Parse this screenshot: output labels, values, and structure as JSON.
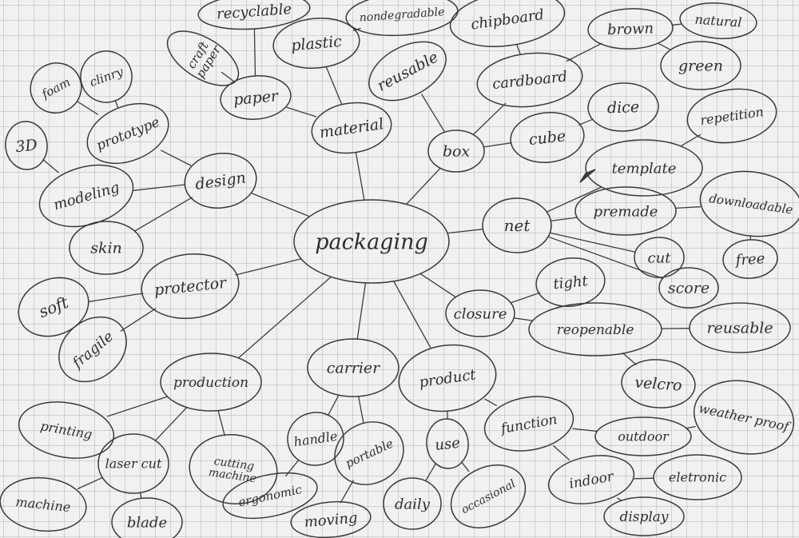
{
  "mindmap": {
    "center": "packaging",
    "nodes": {
      "packaging": "packaging",
      "material": "material",
      "paper": "paper",
      "craft_paper": "craft paper",
      "recyclable": "recyclable",
      "plastic": "plastic",
      "nondegradable": "nondegradable",
      "box": "box",
      "reusable_box": "reusable",
      "cardboard": "cardboard",
      "chipboard": "chipboard",
      "brown": "brown",
      "natural": "natural",
      "green": "green",
      "cube": "cube",
      "dice": "dice",
      "design": "design",
      "prototype": "prototype",
      "foam": "foam",
      "clinry": "clinry",
      "modeling": "modeling",
      "3d": "3D",
      "skin": "skin",
      "net": "net",
      "template": "template",
      "repetition": "repetition",
      "premade": "premade",
      "downloadable": "downloadable",
      "free": "free",
      "cut_net": "cut",
      "score": "score",
      "protector": "protector",
      "soft": "soft",
      "fragile": "fragile",
      "closure": "closure",
      "tight": "tight",
      "reopenable": "reopenable",
      "reusable_closure": "reusable",
      "velcro": "velcro",
      "production": "production",
      "printing": "printing",
      "laser_cut": "laser cut",
      "machine": "machine",
      "blade": "blade",
      "cutting_machine": "cutting machine",
      "carrier": "carrier",
      "handle": "handle",
      "portable": "portable",
      "ergonomic": "ergonomic",
      "moving": "moving",
      "product": "product",
      "use": "use",
      "daily": "daily",
      "occasional": "occasional",
      "function": "function",
      "outdoor": "outdoor",
      "weather_proof": "weather proof",
      "indoor": "indoor",
      "electronic": "eletronic",
      "display": "display"
    },
    "edges": [
      [
        "packaging",
        "material"
      ],
      [
        "material",
        "paper"
      ],
      [
        "paper",
        "craft_paper"
      ],
      [
        "paper",
        "recyclable"
      ],
      [
        "material",
        "plastic"
      ],
      [
        "plastic",
        "nondegradable"
      ],
      [
        "packaging",
        "box"
      ],
      [
        "box",
        "reusable_box"
      ],
      [
        "box",
        "cardboard"
      ],
      [
        "cardboard",
        "chipboard"
      ],
      [
        "cardboard",
        "brown"
      ],
      [
        "brown",
        "natural"
      ],
      [
        "brown",
        "green"
      ],
      [
        "box",
        "cube"
      ],
      [
        "cube",
        "dice"
      ],
      [
        "packaging",
        "design"
      ],
      [
        "design",
        "prototype"
      ],
      [
        "prototype",
        "foam"
      ],
      [
        "prototype",
        "clinry"
      ],
      [
        "design",
        "modeling"
      ],
      [
        "modeling",
        "3d"
      ],
      [
        "design",
        "skin"
      ],
      [
        "packaging",
        "net"
      ],
      [
        "net",
        "template"
      ],
      [
        "template",
        "repetition"
      ],
      [
        "net",
        "premade"
      ],
      [
        "premade",
        "downloadable"
      ],
      [
        "downloadable",
        "free"
      ],
      [
        "net",
        "cut_net"
      ],
      [
        "net",
        "score"
      ],
      [
        "packaging",
        "protector"
      ],
      [
        "protector",
        "soft"
      ],
      [
        "protector",
        "fragile"
      ],
      [
        "packaging",
        "closure"
      ],
      [
        "closure",
        "tight"
      ],
      [
        "closure",
        "reopenable"
      ],
      [
        "reopenable",
        "reusable_closure"
      ],
      [
        "reopenable",
        "velcro"
      ],
      [
        "packaging",
        "production"
      ],
      [
        "production",
        "printing"
      ],
      [
        "production",
        "laser_cut"
      ],
      [
        "laser_cut",
        "machine"
      ],
      [
        "laser_cut",
        "blade"
      ],
      [
        "production",
        "cutting_machine"
      ],
      [
        "packaging",
        "carrier"
      ],
      [
        "carrier",
        "handle"
      ],
      [
        "carrier",
        "portable"
      ],
      [
        "handle",
        "ergonomic"
      ],
      [
        "portable",
        "moving"
      ],
      [
        "packaging",
        "product"
      ],
      [
        "product",
        "use"
      ],
      [
        "use",
        "daily"
      ],
      [
        "use",
        "occasional"
      ],
      [
        "product",
        "function"
      ],
      [
        "function",
        "outdoor"
      ],
      [
        "outdoor",
        "weather_proof"
      ],
      [
        "function",
        "indoor"
      ],
      [
        "indoor",
        "electronic"
      ],
      [
        "indoor",
        "display"
      ]
    ]
  }
}
